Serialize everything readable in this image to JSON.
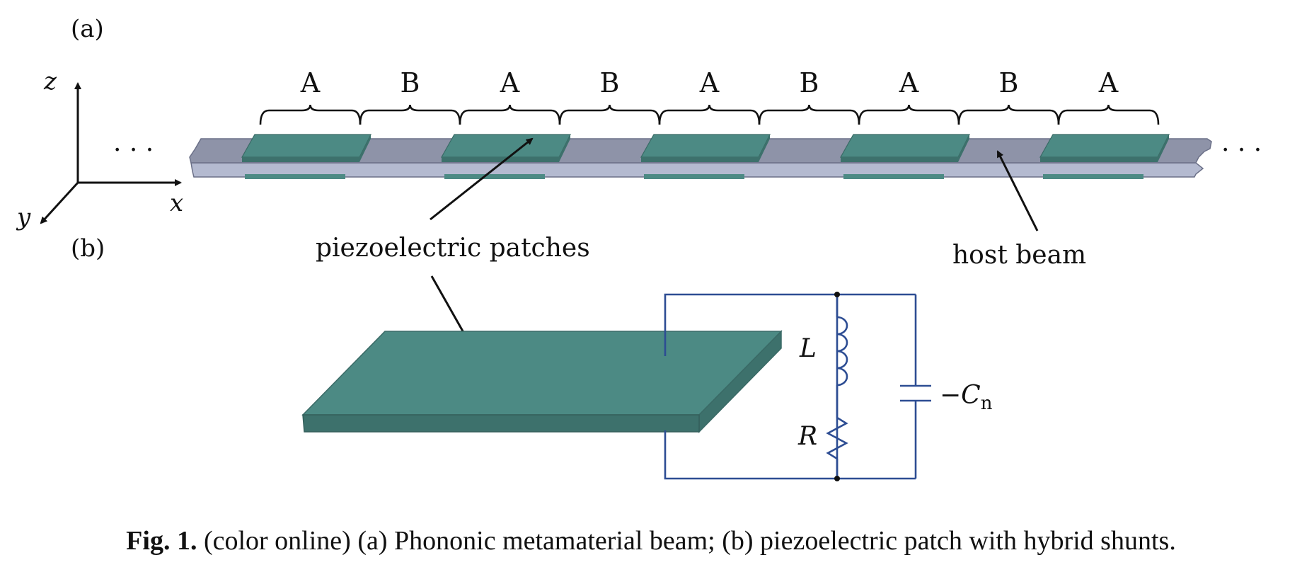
{
  "panel_a": {
    "label": "(a)",
    "axes": {
      "z": "z",
      "y": "y",
      "x": "x"
    },
    "ellipsis_left": "· · ·",
    "ellipsis_right": "· · ·",
    "cells": [
      "A",
      "B",
      "A",
      "B",
      "A",
      "B",
      "A",
      "B",
      "A"
    ],
    "annotation_patches": "piezoelectric patches",
    "annotation_beam": "host beam"
  },
  "panel_b": {
    "label": "(b)",
    "inductor": "L",
    "resistor": "R",
    "capacitor_prefix": "−C",
    "capacitor_sub": "n"
  },
  "caption": {
    "bold": "Fig. 1.",
    "text": " (color online) (a) Phononic metamaterial beam; (b) piezoelectric patch with hybrid shunts."
  },
  "colors": {
    "patch_top": "#4c8a84",
    "patch_side": "#3d716c",
    "beam_top": "#8e93a8",
    "beam_side": "#b4bad0",
    "circuit": "#2d4d93"
  }
}
